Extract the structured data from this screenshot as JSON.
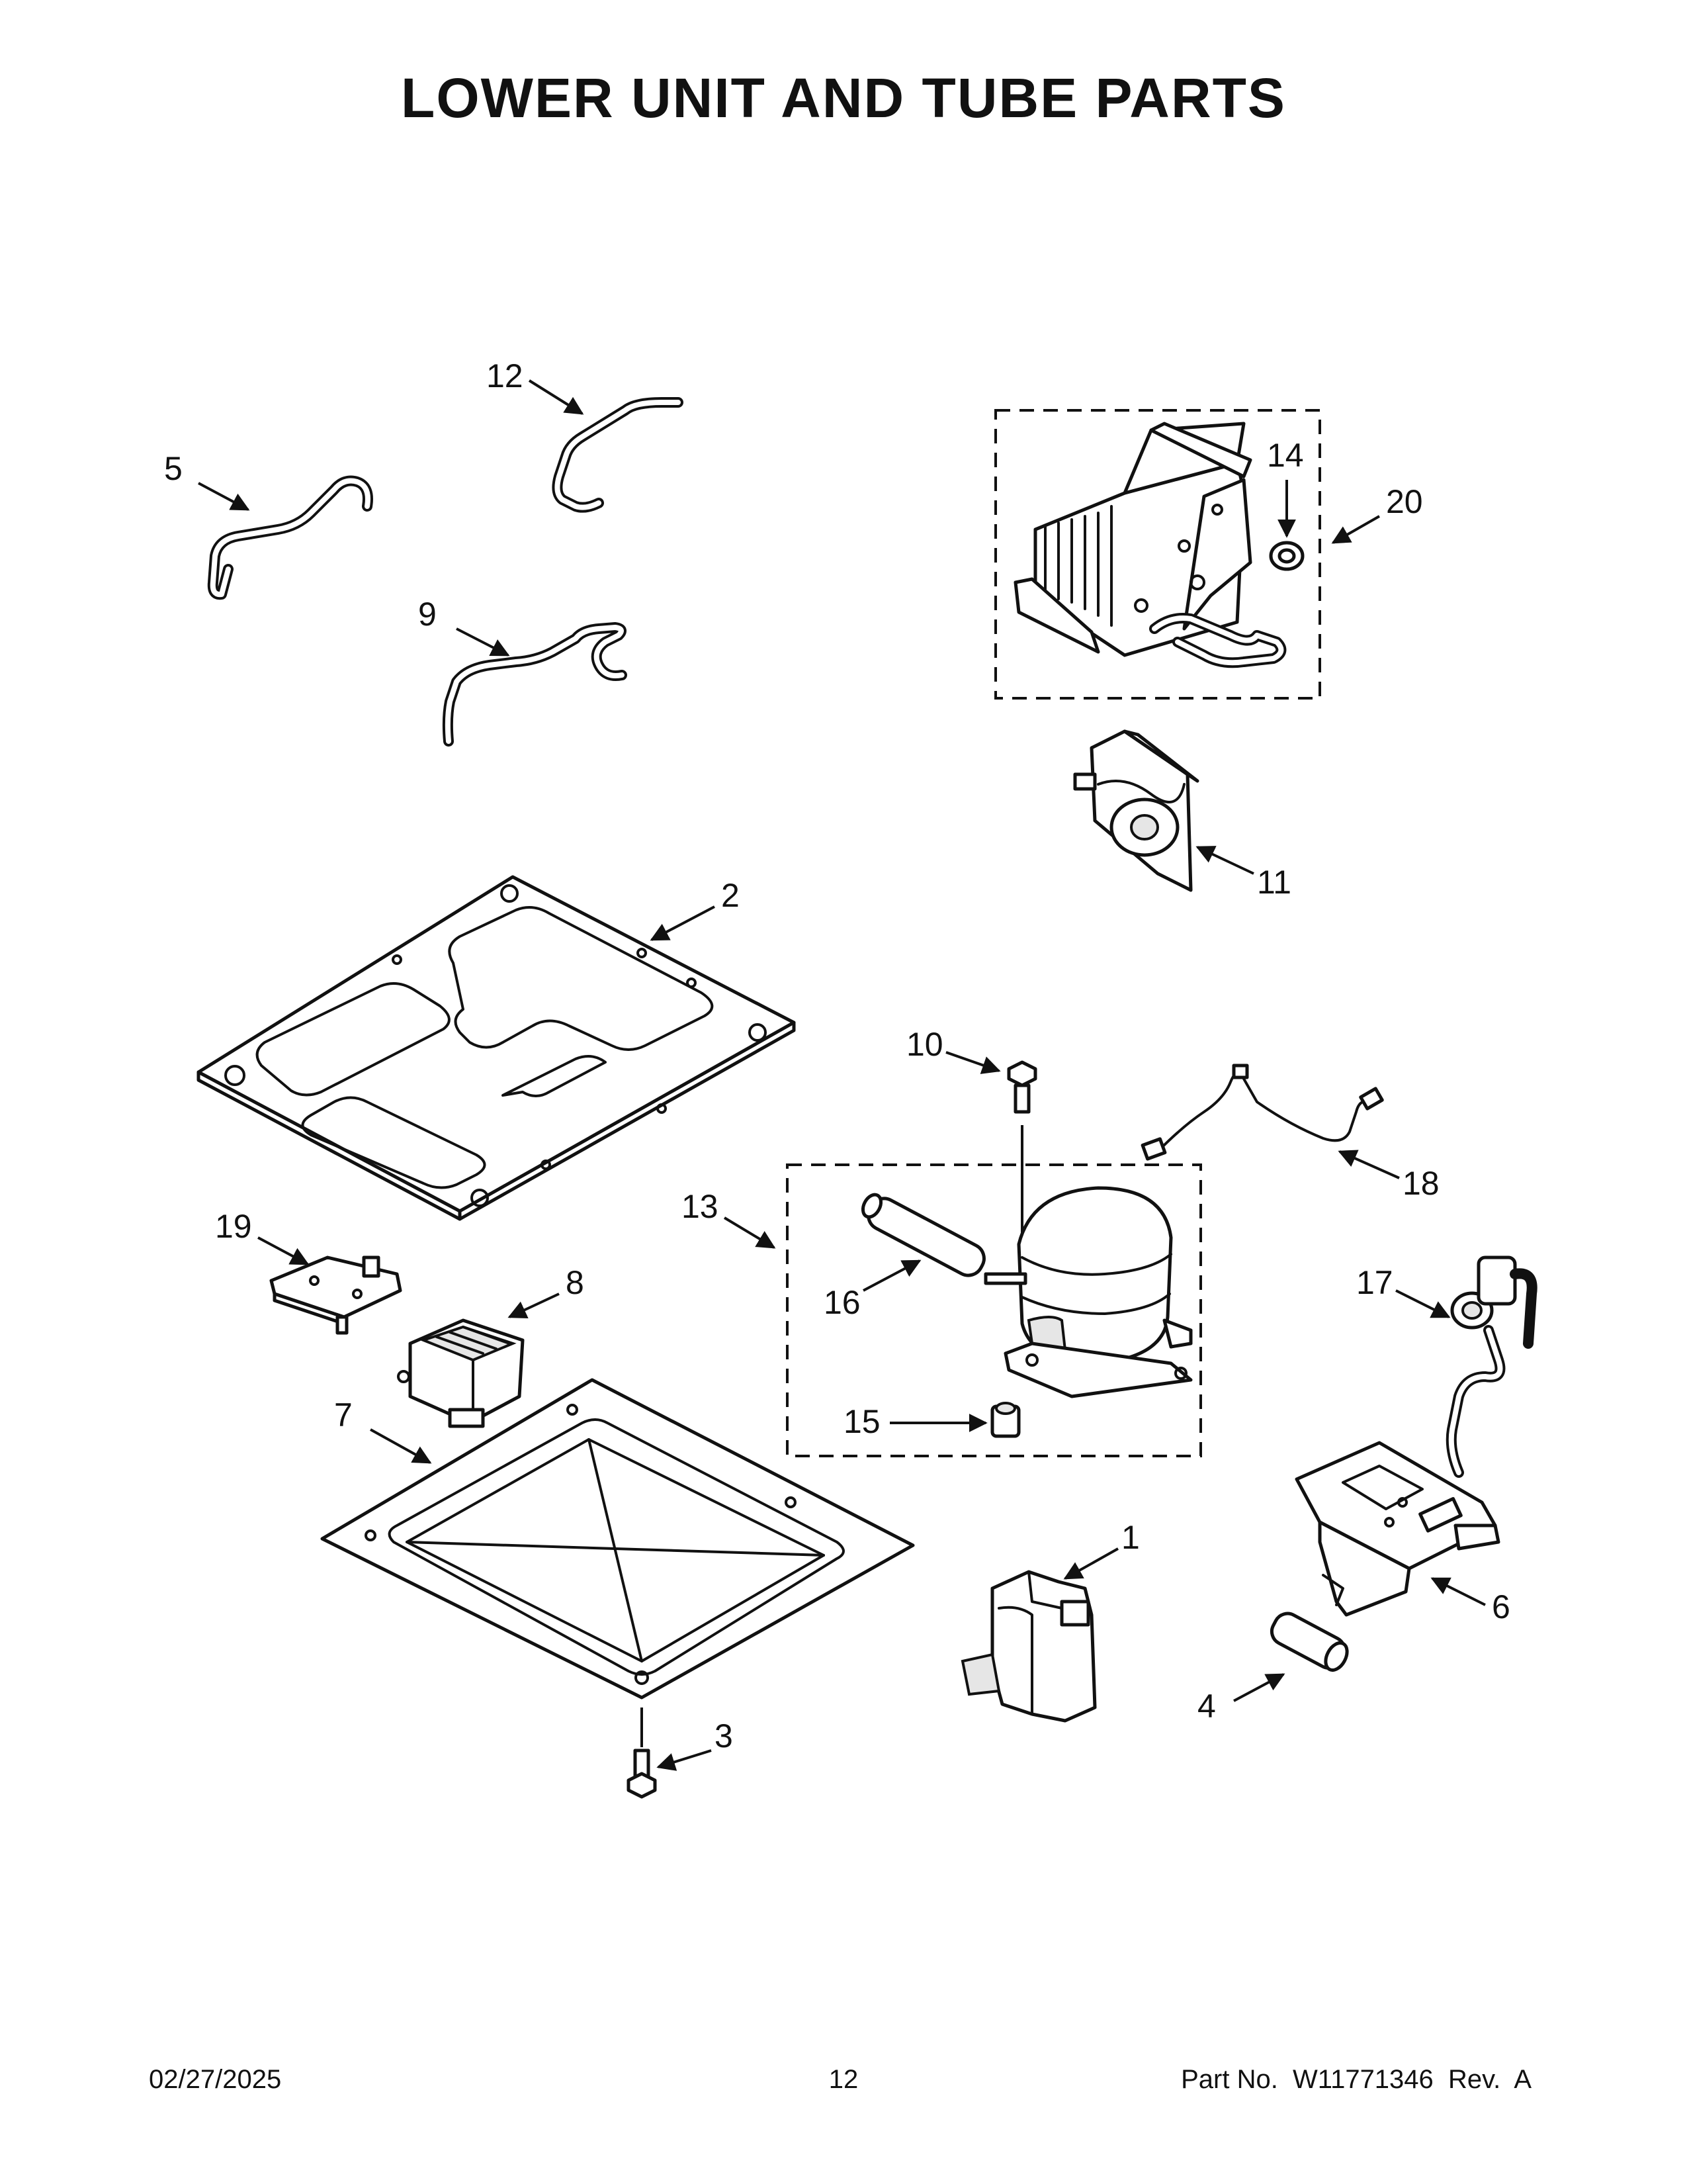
{
  "title": "LOWER UNIT AND TUBE PARTS",
  "callouts": {
    "c1": "1",
    "c2": "2",
    "c3": "3",
    "c4": "4",
    "c5": "5",
    "c6": "6",
    "c7": "7",
    "c8": "8",
    "c9": "9",
    "c10": "10",
    "c11": "11",
    "c12": "12",
    "c13": "13",
    "c14": "14",
    "c15": "15",
    "c16": "16",
    "c17": "17",
    "c18": "18",
    "c19": "19",
    "c20": "20"
  },
  "footer": {
    "date": "02/27/2025",
    "page": "12",
    "part_no": "Part No.  W11771346  Rev.  A"
  }
}
